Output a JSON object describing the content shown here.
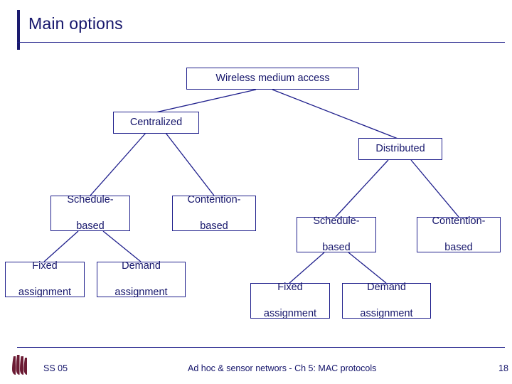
{
  "slide": {
    "title": "Main options",
    "accent_color": "#15156b",
    "line_color": "#1f1f8c"
  },
  "diagram": {
    "nodes": [
      {
        "id": "root",
        "label": "Wireless medium access"
      },
      {
        "id": "centralized",
        "label": "Centralized"
      },
      {
        "id": "distributed",
        "label": "Distributed"
      },
      {
        "id": "c-schedule",
        "line1": "Schedule-",
        "line2": "based"
      },
      {
        "id": "c-contention",
        "line1": "Contention-",
        "line2": "based"
      },
      {
        "id": "c-fixed",
        "line1": "Fixed",
        "line2": "assignment"
      },
      {
        "id": "c-demand",
        "line1": "Demand",
        "line2": "assignment"
      },
      {
        "id": "d-schedule",
        "line1": "Schedule-",
        "line2": "based"
      },
      {
        "id": "d-contention",
        "line1": "Contention-",
        "line2": "based"
      },
      {
        "id": "d-fixed",
        "line1": "Fixed",
        "line2": "assignment"
      },
      {
        "id": "d-demand",
        "line1": "Demand",
        "line2": "assignment"
      }
    ]
  },
  "footer": {
    "left": "SS 05",
    "center": "Ad hoc & sensor networs - Ch 5: MAC protocols",
    "page_number": "18"
  }
}
